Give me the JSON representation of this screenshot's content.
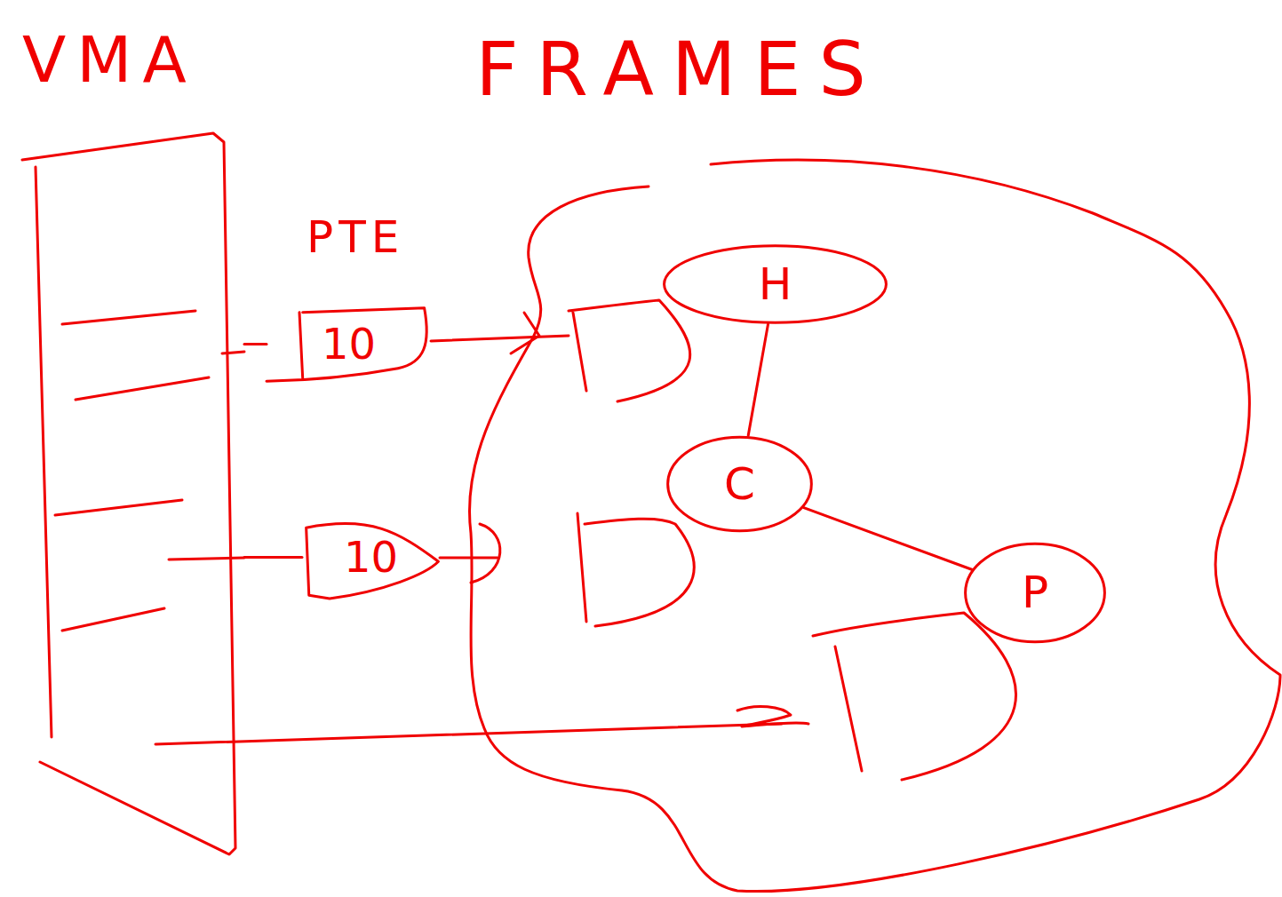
{
  "diagram": {
    "nodes": [
      {
        "text": [
          "VMA"
        ]
      },
      {
        "text": [
          "FRAMES"
        ]
      },
      {
        "text": [
          "H"
        ],
        "in": 1
      },
      {
        "text": [
          "C"
        ],
        "in": 1
      },
      {
        "text": [
          "P"
        ],
        "in": 1
      },
      {
        "text": [
          "10"
        ]
      },
      {
        "text": [
          "10"
        ]
      }
    ],
    "edges": [
      {
        "from": 0,
        "to": 5,
        "arrow": "none"
      },
      {
        "from": 0,
        "to": 6,
        "arrow": "none"
      },
      {
        "from": 2,
        "to": 3,
        "arrow": "none"
      },
      {
        "from": 3,
        "to": 4,
        "arrow": "none"
      }
    ],
    "labels": [
      "PTE"
    ]
  }
}
